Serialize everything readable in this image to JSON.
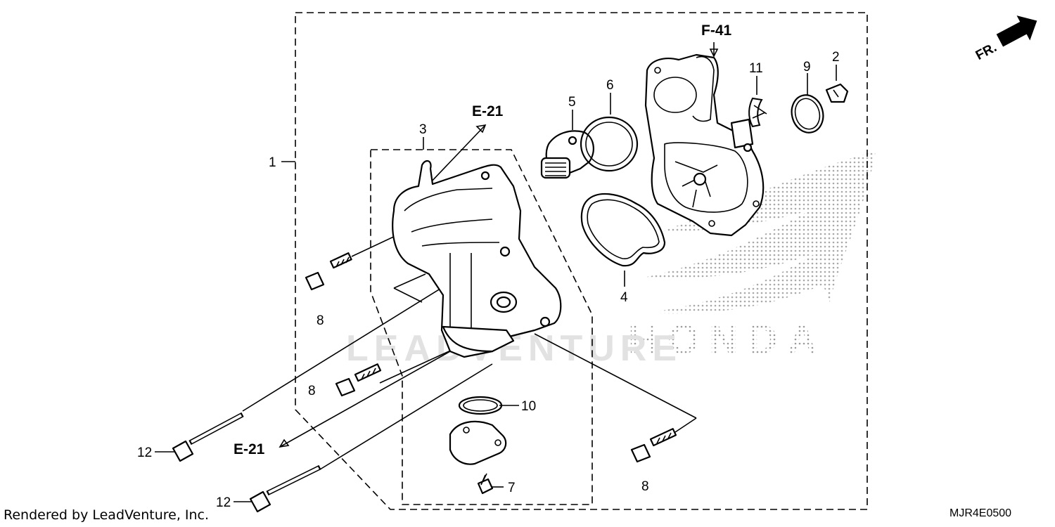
{
  "callouts": {
    "c1": "1",
    "c2": "2",
    "c3": "3",
    "c4": "4",
    "c5": "5",
    "c6": "6",
    "c7": "7",
    "c8a": "8",
    "c8b": "8",
    "c8c": "8",
    "c9": "9",
    "c10": "10",
    "c11": "11",
    "c12a": "12",
    "c12b": "12"
  },
  "references": {
    "f41": "F-41",
    "e21_top": "E-21",
    "e21_bottom": "E-21"
  },
  "front_indicator": "FR.",
  "watermark": {
    "leadventure": "LEADVENTURE",
    "honda": "HONDA"
  },
  "footer": {
    "credit": "Rendered by LeadVenture, Inc.",
    "diagram_code": "MJR4E0500"
  }
}
